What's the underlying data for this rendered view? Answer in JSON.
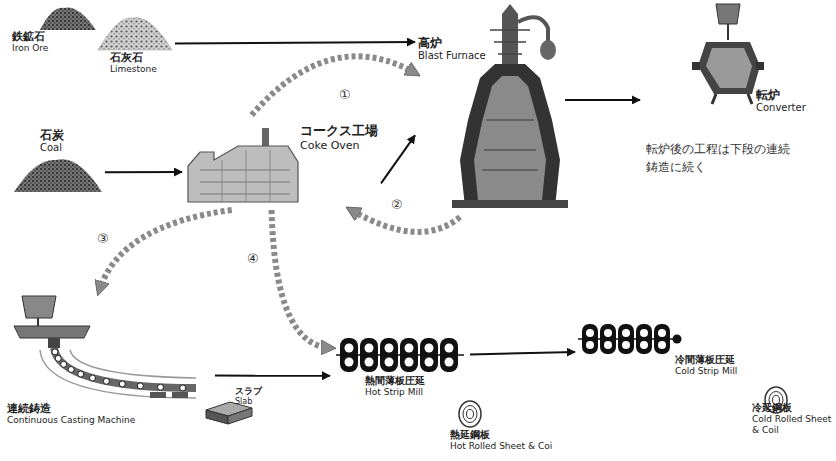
{
  "diagram": {
    "nodes": [
      {
        "text": [
          "鉄鉱石",
          "Iron Ore"
        ]
      },
      {
        "text": [
          "石灰石",
          "Limestone"
        ]
      },
      {
        "text": [
          "高炉",
          "Blast Furnace"
        ]
      },
      {
        "text": [
          "転炉",
          "Converter"
        ]
      },
      {
        "text": [
          "石炭",
          "Coal"
        ]
      },
      {
        "text": [
          "コークス工場",
          "Coke Oven"
        ]
      },
      {
        "text": [
          "連続鋳造",
          "Continuous Casting Machine"
        ]
      },
      {
        "text": [
          "スラブ",
          "Slab"
        ]
      },
      {
        "text": [
          "熱間薄板圧延",
          "Hot Strip Mill"
        ]
      },
      {
        "text": [
          "熱延鋼板",
          "Hot Rolled Sheet & Coi"
        ]
      },
      {
        "text": [
          "冷間薄板圧延",
          "Cold Strip Mill"
        ]
      },
      {
        "text": [
          "冷延鋼板",
          "Cold Rolled Sheet & Coil"
        ]
      }
    ],
    "edges": [
      {
        "from": 1,
        "to": 2,
        "arrow": "to"
      },
      {
        "from": 2,
        "to": 3,
        "arrow": "to"
      },
      {
        "from": 4,
        "to": 5,
        "arrow": "to"
      },
      {
        "from": 5,
        "to": 2,
        "arrow": "to"
      },
      {
        "from": 5,
        "to": 2,
        "label": "①",
        "arrow": "to"
      },
      {
        "from": 2,
        "to": 5,
        "label": "②",
        "arrow": "to"
      },
      {
        "from": 5,
        "to": 6,
        "label": "③",
        "arrow": "to"
      },
      {
        "from": 5,
        "to": 8,
        "label": "④",
        "arrow": "to"
      },
      {
        "from": 6,
        "to": 8,
        "arrow": "to"
      },
      {
        "from": 8,
        "to": 10,
        "arrow": "to"
      }
    ],
    "labels": [
      "転炉後の工程は下段の連続鋳造に続く"
    ]
  }
}
